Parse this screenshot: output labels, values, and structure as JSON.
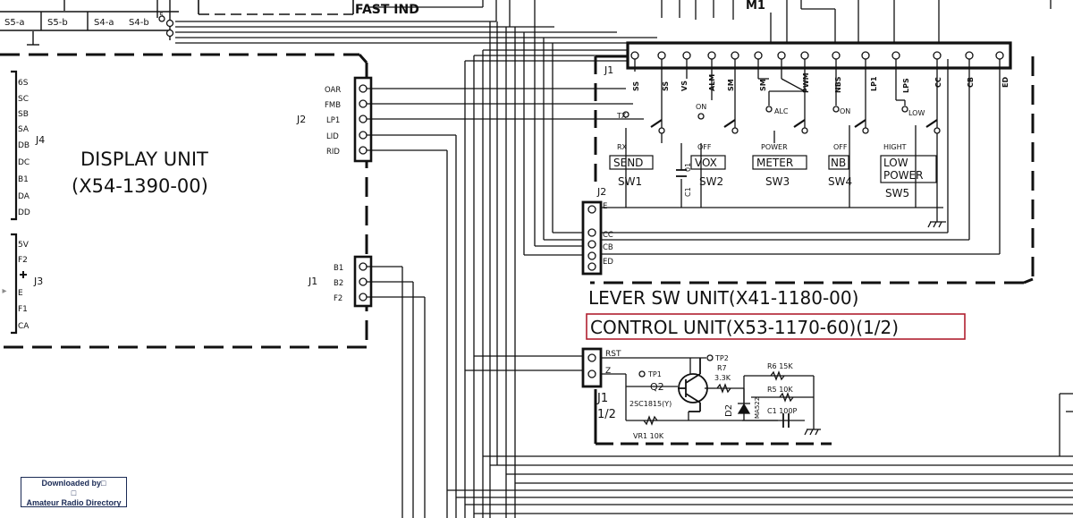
{
  "top_labels": {
    "s5a": "S5-a",
    "s5b": "S5-b",
    "s4a": "S4-a",
    "s4b": "S4-b",
    "sw5": "5",
    "fast_ind": "FAST IND",
    "m1": "M1"
  },
  "display_unit": {
    "title": "DISPLAY UNIT",
    "part_number": "(X54-1390-00)",
    "j4": {
      "label": "J4",
      "pins": [
        "6S",
        "SC",
        "SB",
        "SA",
        "DB",
        "DC",
        "B1",
        "DA",
        "DD"
      ]
    },
    "j3": {
      "label": "J3",
      "pins": [
        "5V",
        "F2",
        "",
        "E",
        "F1",
        "CA"
      ]
    },
    "j2": {
      "label": "J2",
      "pins": [
        "OAR",
        "FMB",
        "LP1",
        "LID",
        "RID"
      ]
    },
    "j1": {
      "label": "J1",
      "pins": [
        "B1",
        "B2",
        "F2"
      ]
    }
  },
  "lever_sw_unit": {
    "title": "LEVER SW UNIT(X41-1180-00)",
    "j1": {
      "label": "J1",
      "pins": [
        "SS",
        "SS",
        "VS",
        "ALM",
        "SM",
        "SM",
        "PWM",
        "NBS",
        "LP1",
        "LPS",
        "CC",
        "CB",
        "ED"
      ]
    },
    "j2": {
      "label": "J2",
      "pins": [
        "E",
        "CC",
        "CB",
        "ED"
      ]
    },
    "c1": "C1",
    "c1_value": "01",
    "switches": [
      {
        "id": "sw1",
        "top": "TX",
        "bottom": "RX",
        "name": "SEND",
        "ref": "SW1"
      },
      {
        "id": "sw2",
        "top": "ON",
        "bottom": "OFF",
        "name": "VOX",
        "ref": "SW2"
      },
      {
        "id": "sw3",
        "top": "ALC",
        "bottom": "POWER",
        "name": "METER",
        "ref": "SW3"
      },
      {
        "id": "sw4",
        "top": "ON",
        "bottom": "OFF",
        "name": "NB",
        "ref": "SW4"
      },
      {
        "id": "sw5",
        "top": "LOW",
        "bottom": "HIGHT",
        "name": "LOW",
        "name2": "POWER",
        "ref": "SW5"
      }
    ]
  },
  "control_unit": {
    "title": "CONTROL UNIT(X53-1170-60)(1/2)",
    "j1": {
      "label": "J1",
      "sub": "1/2",
      "pins": [
        "RST",
        "Z"
      ]
    },
    "components": {
      "tp1": "TP1",
      "tp2": "TP2",
      "q2": "Q2",
      "q2_part": "2SC1815(Y)",
      "r7": "R7",
      "r7_value": "3.3K",
      "r6": "R6 15K",
      "r5": "R5 10K",
      "d2": "D2",
      "d2_part": "MA522",
      "c1": "C1 100P",
      "vr1": "VR1 10K"
    }
  },
  "watermark": {
    "line1": "Downloaded by□",
    "line2": "□",
    "line3": "Amateur Radio Directory"
  },
  "side_arrow": "▸"
}
